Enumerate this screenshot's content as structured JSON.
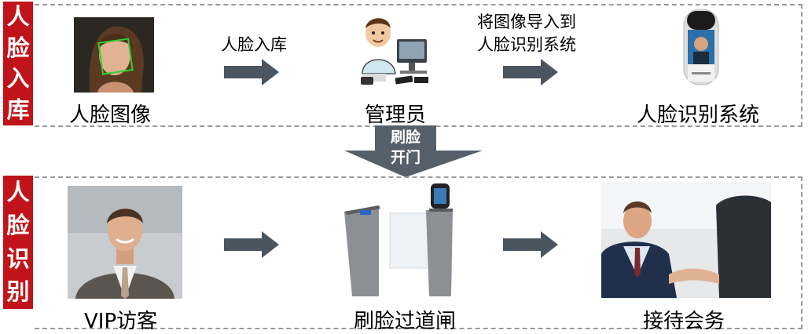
{
  "enroll": {
    "tag": [
      "人",
      "脸",
      "入",
      "库"
    ],
    "face_image_label": "人脸图像",
    "arrow1_label": "人脸入库",
    "admin_label": "管理员",
    "arrow2_label_line1": "将图像导入到",
    "arrow2_label_line2": "人脸识别系统",
    "system_label": "人脸识别系统"
  },
  "banner": {
    "line1": "刷脸",
    "line2": "开门"
  },
  "recognize": {
    "tag": [
      "人",
      "脸",
      "识",
      "别"
    ],
    "visitor_label": "VIP访客",
    "gate_label": "刷脸过道闸",
    "reception_label": "接待会务"
  },
  "colors": {
    "tag_red": "#c0141a",
    "arrow_gray": "#4a5560",
    "banner_gray": "#56606a",
    "dash_gray": "#9a9a9a",
    "face_frame_green": "#2fd12f"
  }
}
